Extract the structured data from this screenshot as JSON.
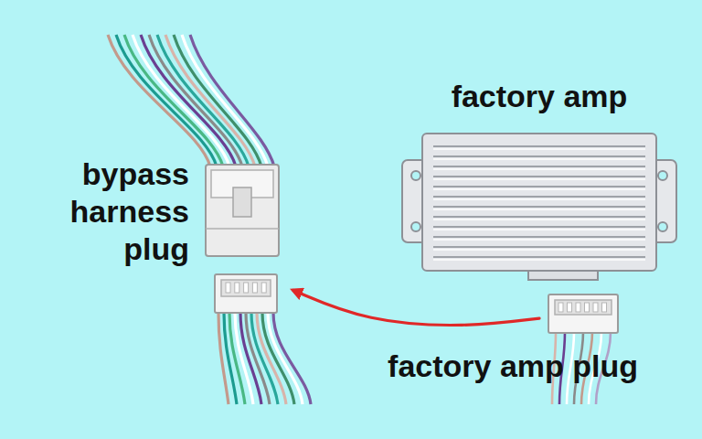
{
  "diagram": {
    "nodes": [
      {
        "text": [
          "factory amp"
        ]
      },
      {
        "text": [
          "factory amp plug"
        ]
      },
      {
        "text": [
          "bypass harness plug"
        ]
      }
    ],
    "edges": [
      {
        "from": 1,
        "to": 2,
        "arrow": "to"
      }
    ]
  }
}
